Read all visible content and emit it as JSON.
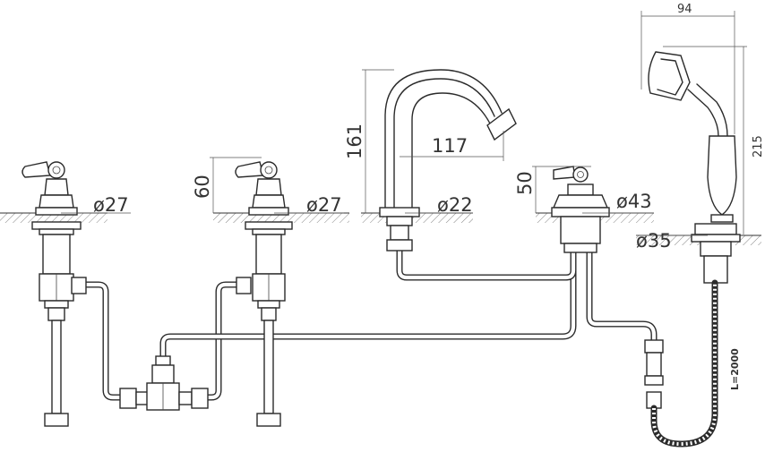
{
  "dimensions": {
    "handshower_width": "94",
    "handshower_height": "215",
    "spout_height": "161",
    "spout_reach": "117",
    "valve_height": "60",
    "diverter_height": "50",
    "hose_length": "L=2000",
    "diameters": {
      "valve_left": "ø27",
      "valve_right": "ø27",
      "spout": "ø22",
      "diverter": "ø43",
      "hose_holder": "ø35"
    }
  },
  "colors": {
    "line": "#2b2b2b",
    "background": "#ffffff"
  }
}
